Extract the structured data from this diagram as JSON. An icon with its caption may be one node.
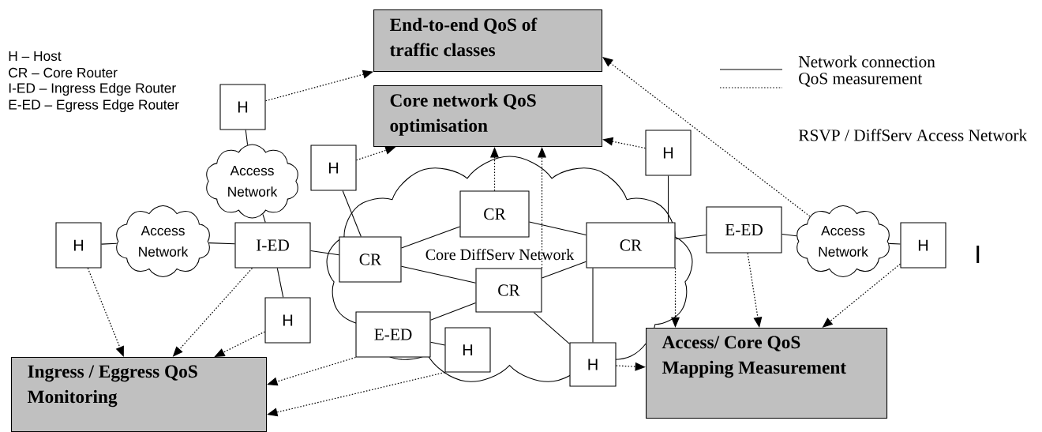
{
  "diagram": {
    "nodes": [
      {
        "text": [
          "End-to-end QoS of traffic classes"
        ]
      },
      {
        "text": [
          "Core network QoS optimisation"
        ]
      },
      {
        "text": [
          "Ingress / Eggress QoS Monitoring"
        ]
      },
      {
        "text": [
          "Access/ Core QoS Mapping Measurement"
        ]
      },
      {
        "text": [
          "Core DiffServ Network"
        ]
      },
      {
        "text": [
          "Access Network"
        ]
      },
      {
        "text": [
          "Access Network"
        ]
      },
      {
        "text": [
          "Access Network"
        ]
      },
      {
        "text": [
          "H"
        ]
      },
      {
        "text": [
          "H"
        ]
      },
      {
        "text": [
          "H"
        ]
      },
      {
        "text": [
          "H"
        ]
      },
      {
        "text": [
          "H"
        ]
      },
      {
        "text": [
          "H"
        ]
      },
      {
        "text": [
          "H"
        ],
        "in": 4
      },
      {
        "text": [
          "H"
        ]
      },
      {
        "text": [
          "I-ED"
        ]
      },
      {
        "text": [
          "CR"
        ],
        "in": 4
      },
      {
        "text": [
          "CR"
        ],
        "in": 4
      },
      {
        "text": [
          "CR"
        ],
        "in": 4
      },
      {
        "text": [
          "CR"
        ],
        "in": 4
      },
      {
        "text": [
          "E-ED"
        ],
        "in": 4
      },
      {
        "text": [
          "E-ED"
        ]
      }
    ],
    "edges": [
      {
        "from": 8,
        "to": 5,
        "arrow": "none"
      },
      {
        "from": 5,
        "to": 16,
        "arrow": "none"
      },
      {
        "from": 10,
        "to": 6,
        "arrow": "none"
      },
      {
        "from": 6,
        "to": 16,
        "arrow": "none"
      },
      {
        "from": 16,
        "to": 17,
        "arrow": "none"
      },
      {
        "from": 9,
        "to": 17,
        "arrow": "none"
      },
      {
        "from": 16,
        "to": 11,
        "arrow": "none"
      },
      {
        "from": 17,
        "to": 18,
        "arrow": "none"
      },
      {
        "from": 17,
        "to": 19,
        "arrow": "none"
      },
      {
        "from": 18,
        "to": 20,
        "arrow": "none"
      },
      {
        "from": 19,
        "to": 20,
        "arrow": "none"
      },
      {
        "from": 19,
        "to": 21,
        "arrow": "none"
      },
      {
        "from": 21,
        "to": 14,
        "arrow": "none"
      },
      {
        "from": 20,
        "to": 12,
        "arrow": "none"
      },
      {
        "from": 20,
        "to": 15,
        "arrow": "none"
      },
      {
        "from": 19,
        "to": 15,
        "arrow": "none"
      },
      {
        "from": 20,
        "to": 22,
        "arrow": "none"
      },
      {
        "from": 22,
        "to": 7,
        "arrow": "none"
      },
      {
        "from": 7,
        "to": 13,
        "arrow": "none"
      },
      {
        "from": 8,
        "to": 0,
        "arrow": "to",
        "style": "dashed"
      },
      {
        "from": 9,
        "to": 1,
        "arrow": "to",
        "style": "dashed"
      },
      {
        "from": 7,
        "to": 0,
        "arrow": "to",
        "style": "dashed"
      },
      {
        "from": 12,
        "to": 1,
        "arrow": "to",
        "style": "dashed"
      },
      {
        "from": 18,
        "to": 1,
        "arrow": "to",
        "style": "dashed"
      },
      {
        "from": 19,
        "to": 1,
        "arrow": "to",
        "style": "dashed"
      },
      {
        "from": 10,
        "to": 2,
        "arrow": "to",
        "style": "dashed"
      },
      {
        "from": 16,
        "to": 2,
        "arrow": "to",
        "style": "dashed"
      },
      {
        "from": 11,
        "to": 2,
        "arrow": "to",
        "style": "dashed"
      },
      {
        "from": 21,
        "to": 2,
        "arrow": "to",
        "style": "dashed"
      },
      {
        "from": 14,
        "to": 2,
        "arrow": "to",
        "style": "dashed"
      },
      {
        "from": 20,
        "to": 3,
        "arrow": "to",
        "style": "dashed"
      },
      {
        "from": 22,
        "to": 3,
        "arrow": "to",
        "style": "dashed"
      },
      {
        "from": 13,
        "to": 3,
        "arrow": "to",
        "style": "dashed"
      },
      {
        "from": 15,
        "to": 3,
        "arrow": "to",
        "style": "dashed"
      }
    ],
    "labels": [
      "H – Host",
      "CR – Core Router",
      "I-ED – Ingress Edge Router",
      "E-ED – Egress Edge Router",
      "RSVP / DiffServ Access Network",
      "I"
    ],
    "legend": [
      {
        "text": "Network connection"
      },
      {
        "text": "QoS measurement"
      }
    ]
  }
}
